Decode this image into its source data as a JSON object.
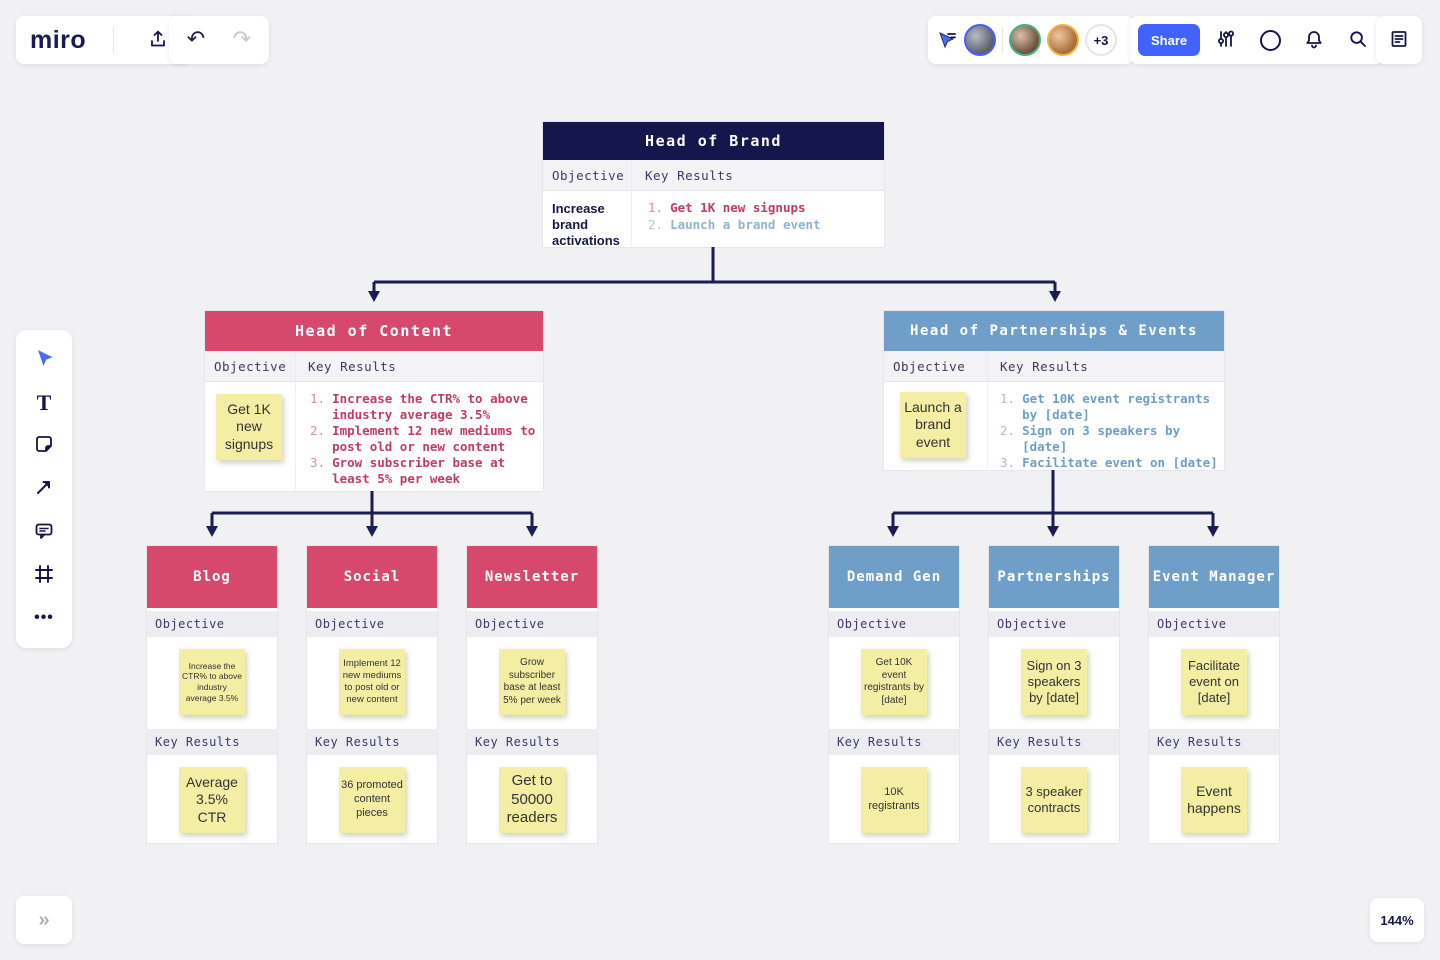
{
  "topbar": {
    "logo": "miro",
    "share_label": "Share",
    "presence_overflow": "+3"
  },
  "icons": {
    "undo": "↶",
    "redo": "↷",
    "text_tool": "T",
    "more_tools": "•••",
    "collapse": "»"
  },
  "canvas": {
    "zoom_level": "144%"
  },
  "labels": {
    "objective": "Objective",
    "key_results": "Key Results"
  },
  "tree": {
    "brand": {
      "title": "Head of Brand",
      "objective": "Increase brand activations",
      "key_results": [
        {
          "n": "1.",
          "text": "Get 1K new signups"
        },
        {
          "n": "2.",
          "text": "Launch a brand event"
        }
      ]
    },
    "content": {
      "title": "Head of Content",
      "objective_sticky": "Get 1K new signups",
      "key_results": [
        {
          "n": "1.",
          "text": "Increase the CTR% to above industry average 3.5%"
        },
        {
          "n": "2.",
          "text": "Implement 12 new mediums to post old or new content"
        },
        {
          "n": "3.",
          "text": "Grow subscriber base at least 5% per week"
        }
      ]
    },
    "partnerships": {
      "title": "Head of Partnerships & Events",
      "objective_sticky": "Launch a brand event",
      "key_results": [
        {
          "n": "1.",
          "text": "Get 10K event registrants by [date]"
        },
        {
          "n": "2.",
          "text": "Sign on 3 speakers by [date]"
        },
        {
          "n": "3.",
          "text": "Facilitate event on [date]"
        }
      ]
    },
    "children": [
      {
        "title": "Blog",
        "objective": "Increase the CTR% to above industry average 3.5%",
        "key_result": "Average 3.5% CTR"
      },
      {
        "title": "Social",
        "objective": "Implement 12 new mediums to post old or new content",
        "key_result": "36 promoted content pieces"
      },
      {
        "title": "Newsletter",
        "objective": "Grow subscriber base at least 5% per week",
        "key_result": "Get to 50000 readers"
      },
      {
        "title": "Demand Gen",
        "objective": "Get 10K event registrants by [date]",
        "key_result": "10K registrants"
      },
      {
        "title": "Partnerships",
        "objective": "Sign on 3 speakers by [date]",
        "key_result": "3 speaker contracts"
      },
      {
        "title": "Event Manager",
        "objective": "Facilitate event on [date]",
        "key_result": "Event happens"
      }
    ]
  },
  "colors": {
    "navy_header": "#15164c",
    "red_header": "#d6496d",
    "blue_header": "#6f9fc9",
    "sticky_yellow": "#f3eea4",
    "share_blue": "#4262ff",
    "kr_red_text": "#c23b60",
    "kr_blue_text": "#6e9dc6",
    "canvas_bg": "#f1f1f4"
  }
}
